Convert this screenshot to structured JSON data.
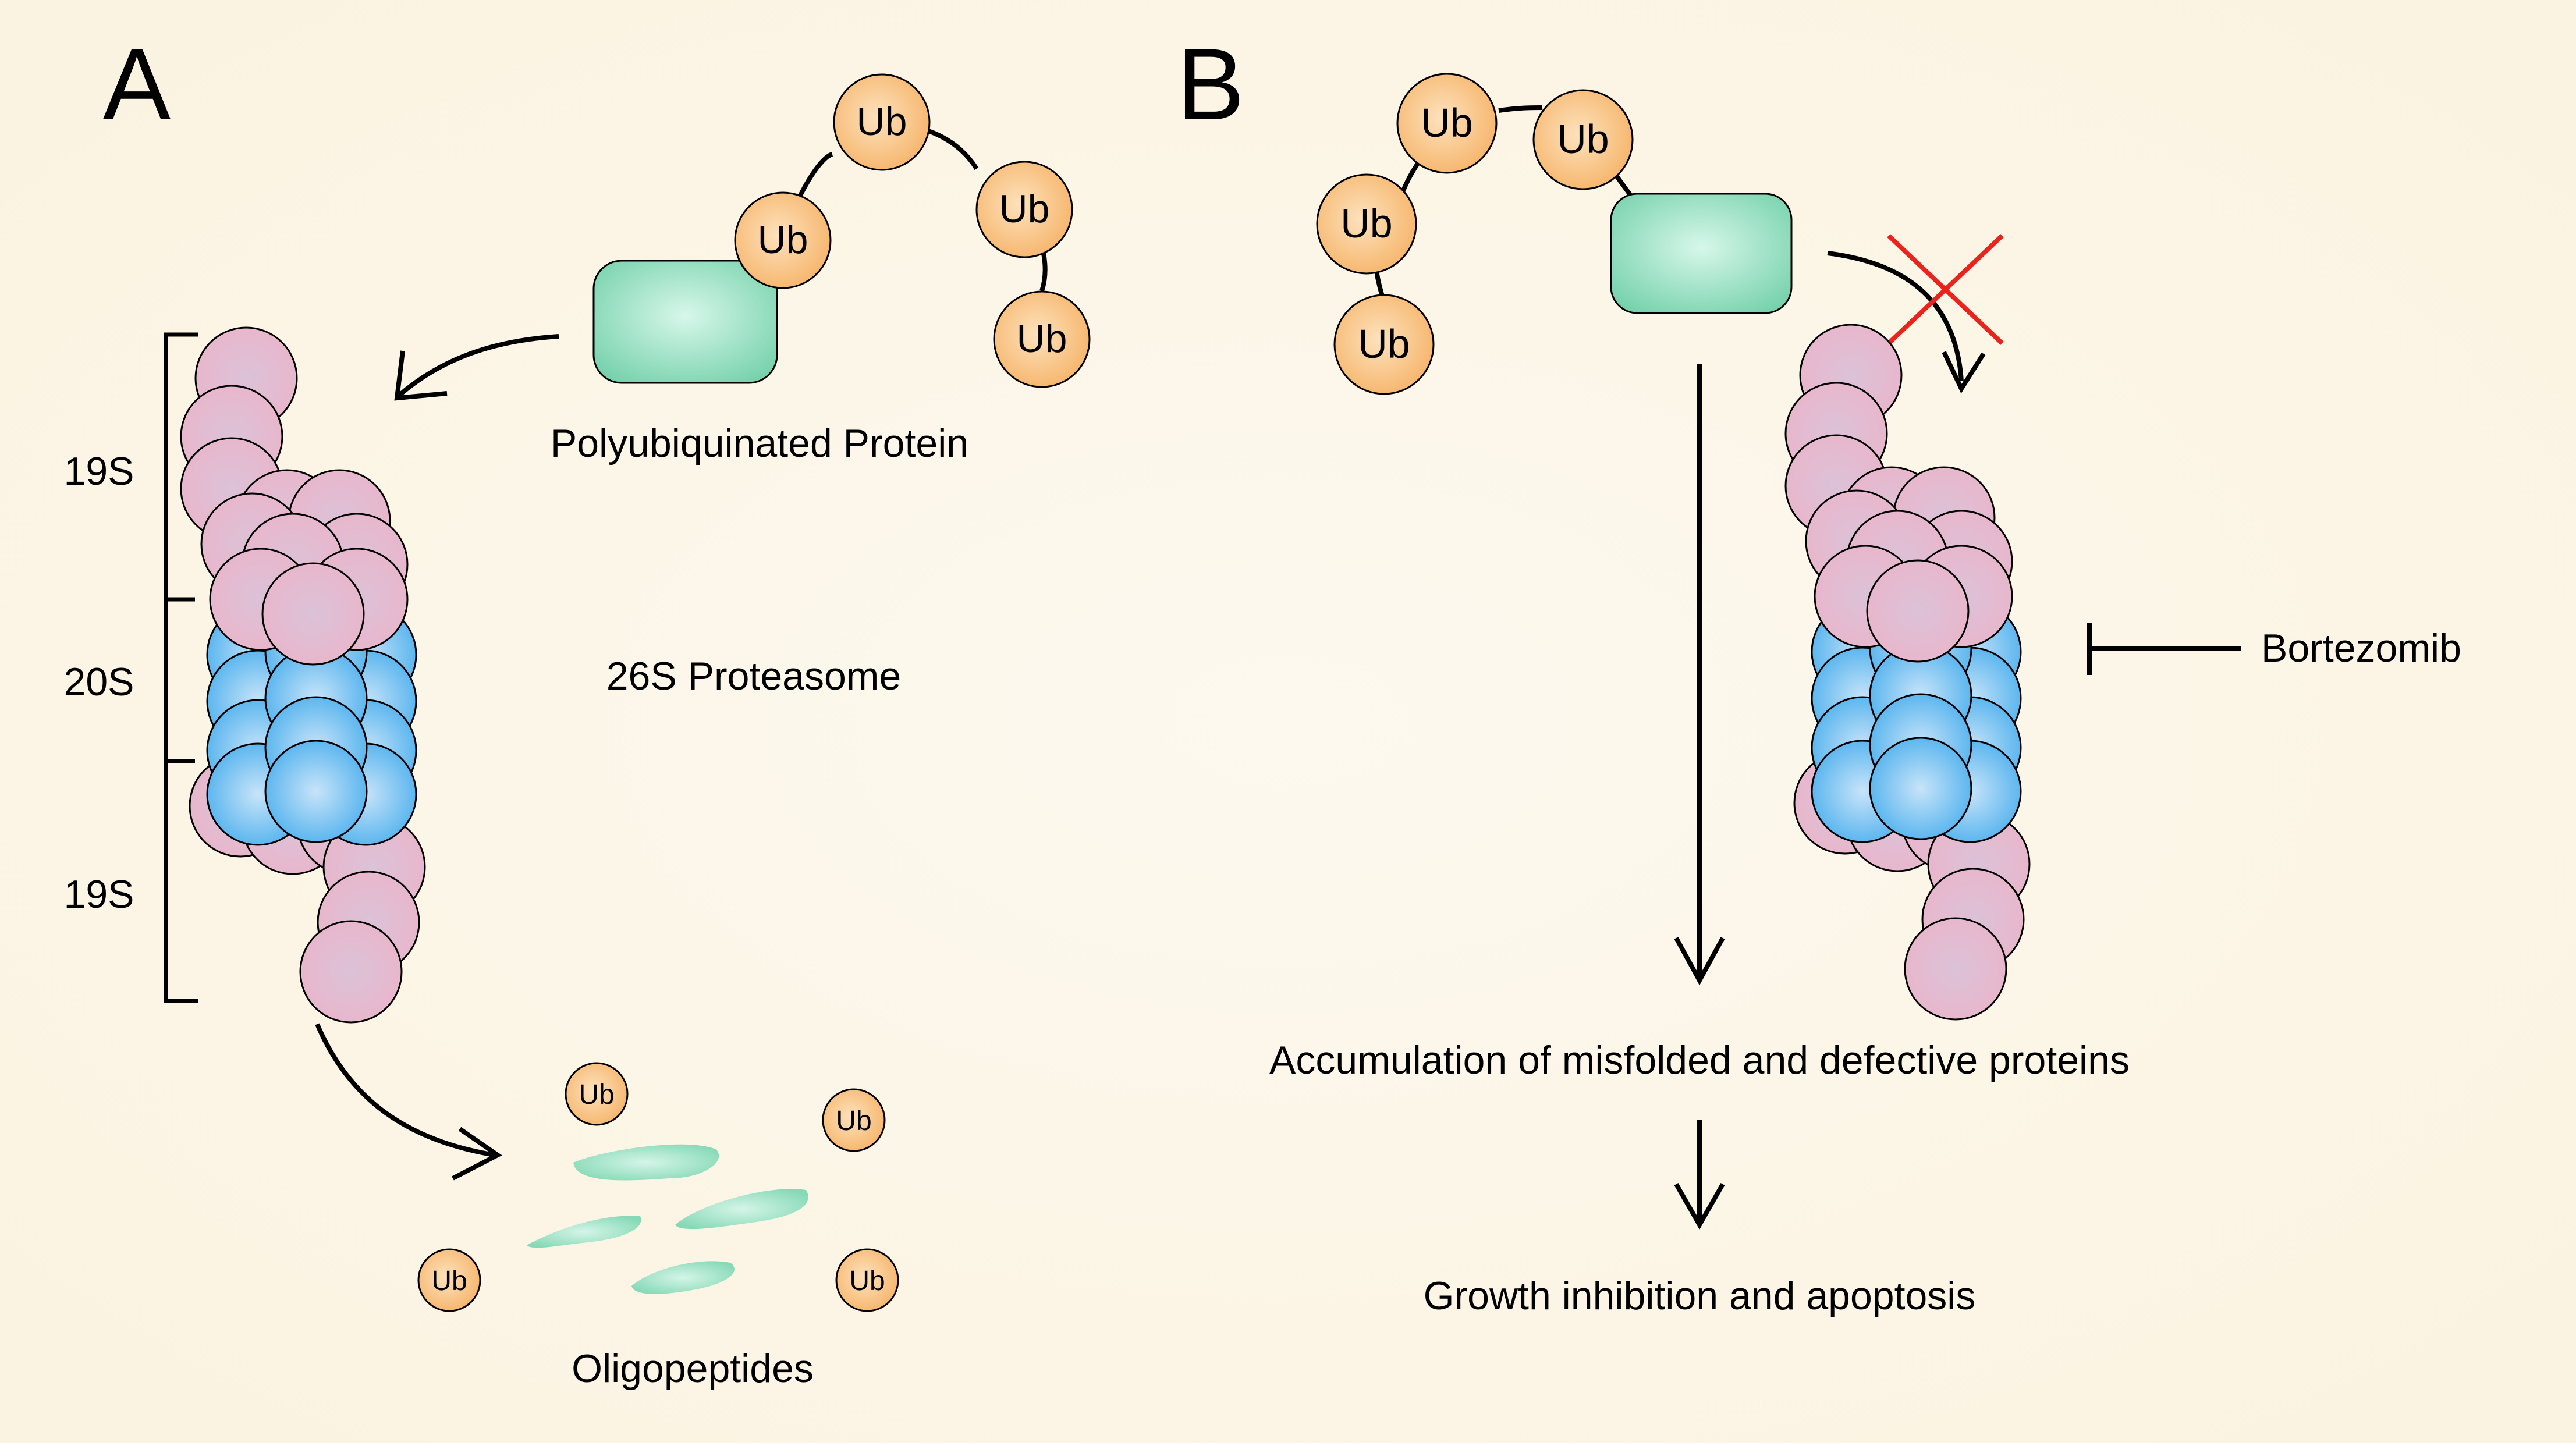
{
  "panel_a": {
    "label": "A",
    "substrate_caption": "Polyubiquinated Protein",
    "bracket_labels": {
      "cap_top": "19S",
      "core": "20S",
      "cap_bottom": "19S"
    },
    "proteasome_caption": "26S Proteasome",
    "products_caption": "Oligopeptides",
    "ub_label": "Ub"
  },
  "panel_b": {
    "label": "B",
    "inhibitor": "Bortezomib",
    "outcome_1": "Accumulation of misfolded and defective proteins",
    "outcome_2": "Growth inhibition and apoptosis",
    "ub_label": "Ub"
  },
  "colors": {
    "background": "#fcf8ec",
    "ubiquitin": "#f6b86e",
    "substrate": "#7ed7b1",
    "cap_subunit": "#e4b3c9",
    "core_subunit": "#5cb6ee",
    "block_mark": "#e8241c",
    "ink": "#000000"
  }
}
